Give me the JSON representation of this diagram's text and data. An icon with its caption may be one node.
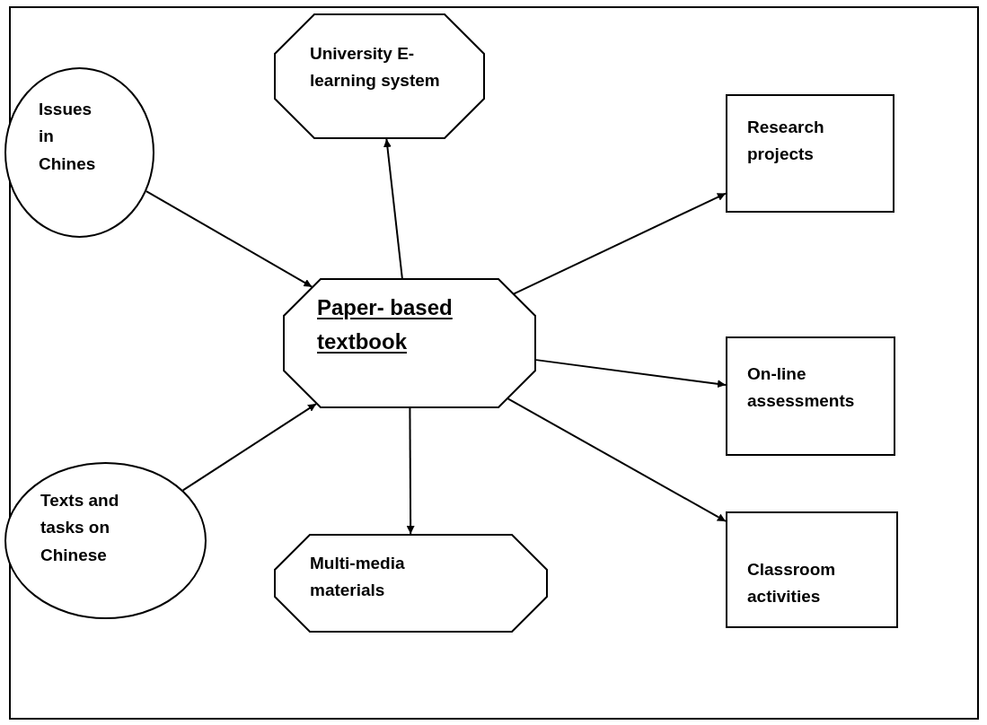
{
  "diagram": {
    "nodes": [
      {
        "text": [
          "University E-learning system"
        ]
      },
      {
        "text": [
          "Issues in Chines"
        ]
      },
      {
        "text": [
          "Research projects"
        ]
      },
      {
        "text": [
          "Paper- based textbook"
        ]
      },
      {
        "text": [
          "On-line assessments"
        ]
      },
      {
        "text": [
          "Texts and tasks on Chinese"
        ]
      },
      {
        "text": [
          "Multi-media materials"
        ]
      },
      {
        "text": [
          "Classroom activities"
        ]
      }
    ],
    "edges": [
      {
        "from": 3,
        "to": 0,
        "arrow": "to"
      },
      {
        "from": 1,
        "to": 3,
        "arrow": "to"
      },
      {
        "from": 5,
        "to": 3,
        "arrow": "to"
      },
      {
        "from": 3,
        "to": 2,
        "arrow": "to"
      },
      {
        "from": 3,
        "to": 4,
        "arrow": "to"
      },
      {
        "from": 3,
        "to": 7,
        "arrow": "to"
      },
      {
        "from": 3,
        "to": 6,
        "arrow": "to"
      }
    ]
  }
}
